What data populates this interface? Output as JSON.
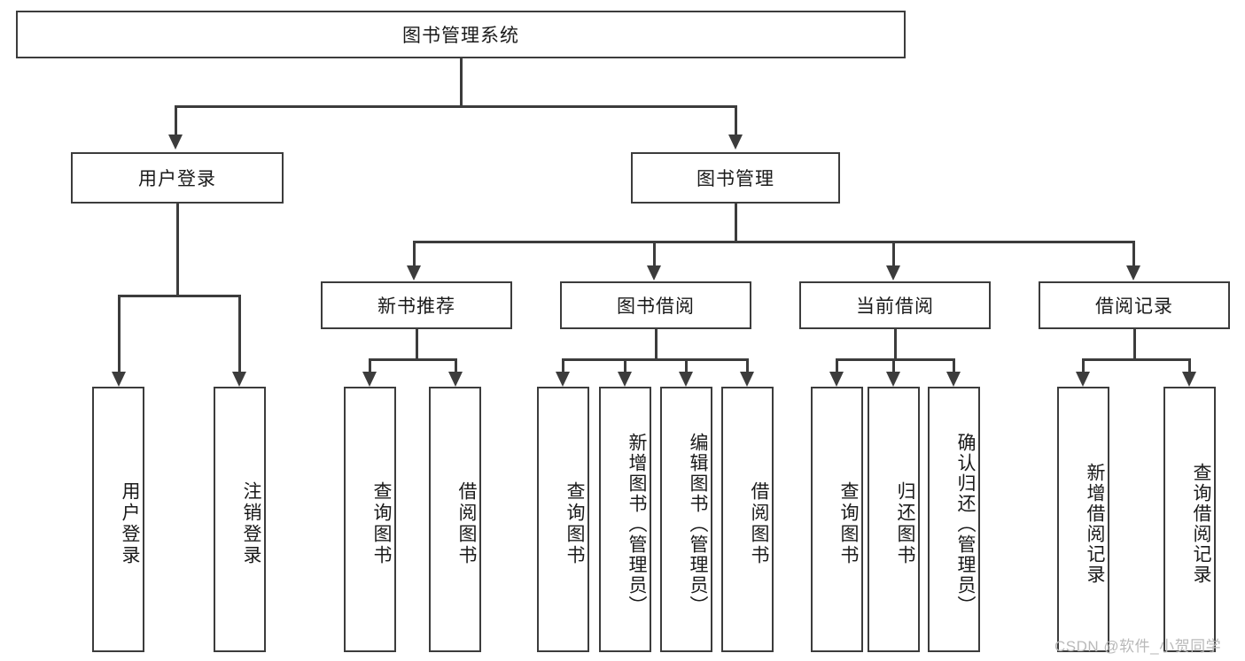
{
  "diagram": {
    "type": "tree-hierarchy",
    "title": "图书管理系统",
    "root": {
      "label": "图书管理系统"
    },
    "level1": [
      {
        "label": "用户登录"
      },
      {
        "label": "图书管理"
      }
    ],
    "level2": [
      {
        "label": "新书推荐"
      },
      {
        "label": "图书借阅"
      },
      {
        "label": "当前借阅"
      },
      {
        "label": "借阅记录"
      }
    ],
    "leaves": {
      "user_login": [
        {
          "label": "用户登录"
        },
        {
          "label": "注销登录"
        }
      ],
      "new_book_recommend": [
        {
          "label": "查询图书"
        },
        {
          "label": "借阅图书"
        }
      ],
      "book_borrow": [
        {
          "label": "查询图书"
        },
        {
          "label": "新增图书（管理员）"
        },
        {
          "label": "编辑图书（管理员）"
        },
        {
          "label": "借阅图书"
        }
      ],
      "current_borrow": [
        {
          "label": "查询图书"
        },
        {
          "label": "归还图书"
        },
        {
          "label": "确认归还（管理员）"
        }
      ],
      "borrow_record": [
        {
          "label": "新增借阅记录"
        },
        {
          "label": "查询借阅记录"
        }
      ]
    }
  },
  "watermark": {
    "text": "CSDN @软件_小贺同学"
  },
  "colors": {
    "stroke": "#3c3c3c",
    "background": "#ffffff",
    "text": "#1a1a1a",
    "watermark": "#b9b9b9"
  }
}
